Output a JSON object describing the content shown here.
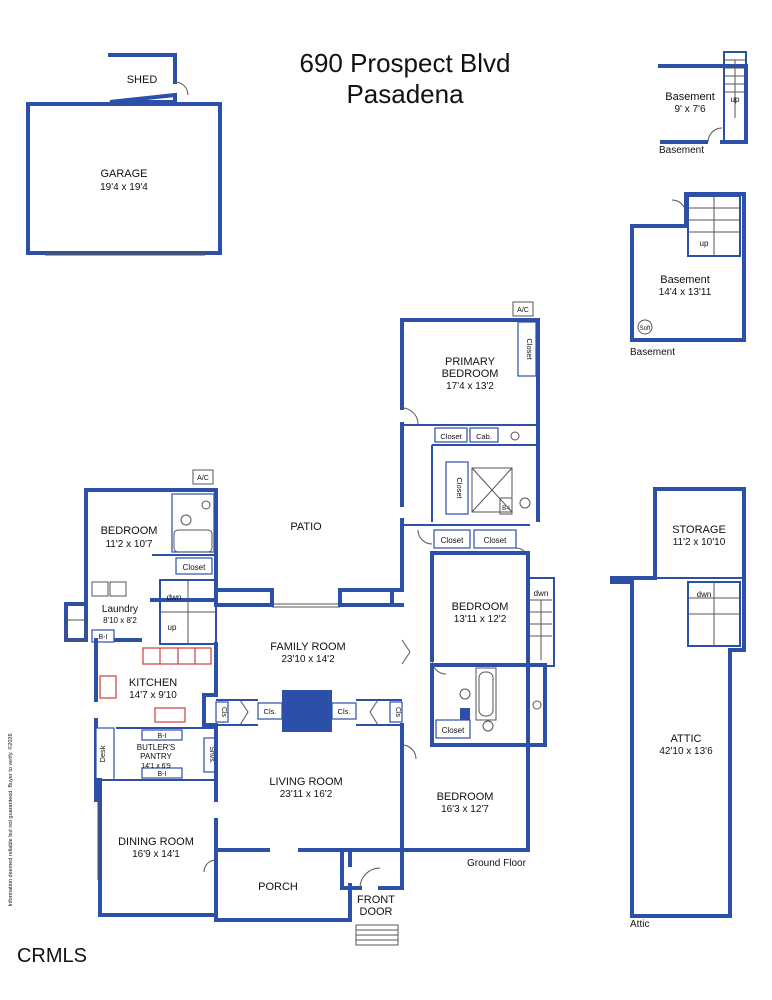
{
  "title": {
    "line1": "690 Prospect Blvd",
    "line2": "Pasadena"
  },
  "colors": {
    "wall": "#2c4fa8",
    "appliance": "#d23c3c",
    "text": "#111111"
  },
  "floors": {
    "basement": "Basement",
    "basement2": "Basement",
    "ground": "Ground Floor",
    "attic": "Attic"
  },
  "rooms": {
    "shed": {
      "name": "SHED"
    },
    "garage": {
      "name": "GARAGE",
      "dim": "19'4 x 19'4"
    },
    "basement_small": {
      "name": "Basement",
      "dim": "9' x 7'6"
    },
    "basement_large": {
      "name": "Basement",
      "dim": "14'4 x 13'11"
    },
    "primary_bedroom": {
      "name1": "PRIMARY",
      "name2": "BEDROOM",
      "dim": "17'4 x 13'2"
    },
    "bedroom_nw": {
      "name": "BEDROOM",
      "dim": "11'2 x 10'7"
    },
    "patio": {
      "name": "PATIO"
    },
    "laundry": {
      "name": "Laundry",
      "dim": "8'10 x 8'2"
    },
    "kitchen": {
      "name": "KITCHEN",
      "dim": "14'7 x 9'10"
    },
    "family_room": {
      "name": "FAMILY ROOM",
      "dim": "23'10 x 14'2"
    },
    "bedroom_e": {
      "name": "BEDROOM",
      "dim": "13'11 x 12'2"
    },
    "butlers_pantry": {
      "name1": "BUTLER'S",
      "name2": "PANTRY",
      "dim": "14'1 x 6'9"
    },
    "living_room": {
      "name": "LIVING ROOM",
      "dim": "23'11 x 16'2"
    },
    "bedroom_se": {
      "name": "BEDROOM",
      "dim": "16'3 x 12'7"
    },
    "dining_room": {
      "name": "DINING ROOM",
      "dim": "16'9 x 14'1"
    },
    "porch": {
      "name": "PORCH"
    },
    "front_door": {
      "name1": "FRONT",
      "name2": "DOOR"
    },
    "storage": {
      "name": "STORAGE",
      "dim": "11'2 x 10'10"
    },
    "attic": {
      "name": "ATTIC",
      "dim": "42'10 x 13'6"
    }
  },
  "labels": {
    "ac": "A/C",
    "closet": "Closet",
    "cab": "Cab.",
    "cls": "Cls.",
    "cls_short": "Cls",
    "bi": "B-I",
    "desk": "Desk",
    "shvs": "Shvs.",
    "up": "up",
    "dwn": "dwn",
    "soft": "Soft"
  },
  "footer": {
    "disclaimer": "Information deemed reliable but not guaranteed. Buyer to verify. ©2026",
    "logo": "CRMLS"
  }
}
